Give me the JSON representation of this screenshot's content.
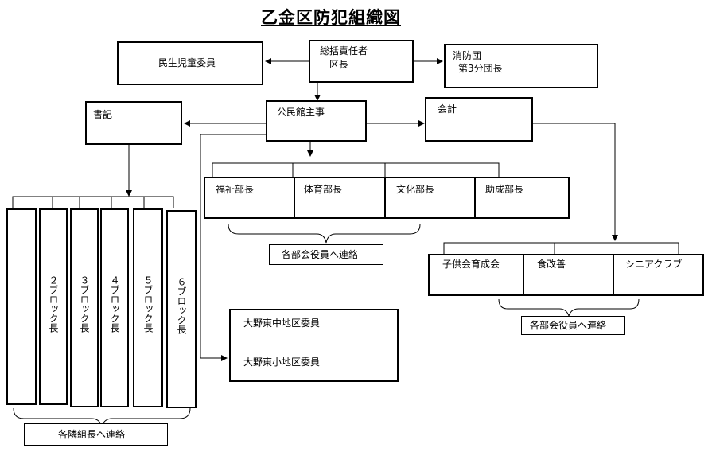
{
  "title": "乙金区防犯組織図",
  "chief": {
    "line1": "総括責任者",
    "line2": "区長"
  },
  "welfare_commissioner": "民生児童委員",
  "fire_brigade": {
    "line1": "消防団",
    "line2": "第3分団長"
  },
  "community_center": "公民館主事",
  "secretary": "書記",
  "accountant": "会計",
  "departments": [
    "福祉部長",
    "体育部長",
    "文化部長",
    "助成部長"
  ],
  "dept_contact": "各部会役員へ連絡",
  "blocks": [
    "２ブロック長",
    "３ブロック長",
    "４ブロック長",
    "５ブロック長",
    "６ブロック長"
  ],
  "neighbor_contact": "各隣組長へ連絡",
  "district_members": [
    "大野東中地区委員",
    "大野東小地区委員"
  ],
  "groups": [
    "子供会育成会",
    "食改善",
    "シニアクラブ"
  ],
  "group_contact": "各部会役員へ連絡"
}
